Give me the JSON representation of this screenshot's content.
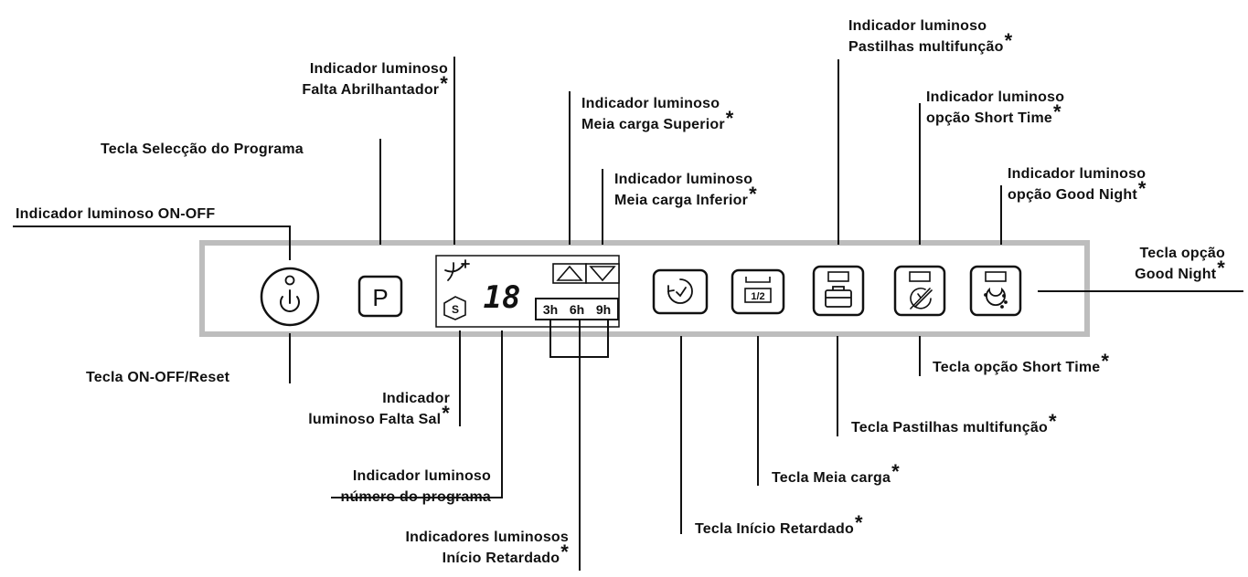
{
  "labels": {
    "on_off_indicator": "Indicador luminoso ON-OFF",
    "program_key": "Tecla Selecção do Programa",
    "rinse_aid_indicator": [
      "Indicador luminoso",
      "Falta Abrilhantador"
    ],
    "upper_half_load_indicator": [
      "Indicador luminoso",
      "Meia carga Superior"
    ],
    "lower_half_load_indicator": [
      "Indicador luminoso",
      "Meia carga Inferior"
    ],
    "multitab_indicator": [
      "Indicador luminoso",
      "Pastilhas multifunção"
    ],
    "short_time_indicator": [
      "Indicador luminoso",
      "opção Short Time"
    ],
    "good_night_indicator": [
      "Indicador luminoso",
      "opção Good Night"
    ],
    "good_night_key": [
      "Tecla opção",
      "Good Night"
    ],
    "on_off_reset_key": "Tecla ON-OFF/Reset",
    "salt_indicator": [
      "Indicador",
      "luminoso Falta Sal"
    ],
    "program_number_indicator": [
      "Indicador luminoso",
      "número do programa"
    ],
    "delay_start_indicators": [
      "Indicadores luminosos",
      "Início Retardado"
    ],
    "delay_start_key": "Tecla Início Retardado",
    "half_load_key": "Tecla Meia carga",
    "multitab_key": "Tecla Pastilhas multifunção",
    "short_time_key": "Tecla opção Short Time",
    "asterisk": "*"
  },
  "panel": {
    "program_button_text": "P",
    "display_digits": "18",
    "delay_hours": [
      "3h",
      "6h",
      "9h"
    ],
    "salt_symbol": "S",
    "half_load_text": "1/2"
  },
  "icons": {
    "power": "power-icon",
    "rinse_aid": "sparkle-icon",
    "salt": "salt-icon",
    "upper_arrow": "triangle-up-icon",
    "lower_arrow": "triangle-down-icon",
    "delay": "clock-icon",
    "half_load": "half-load-icon",
    "multitab": "tablet-icon",
    "short_time": "short-time-icon",
    "good_night": "moon-icon"
  },
  "colors": {
    "line": "#111111",
    "panel_border": "#bdbdbd",
    "background": "#ffffff"
  }
}
